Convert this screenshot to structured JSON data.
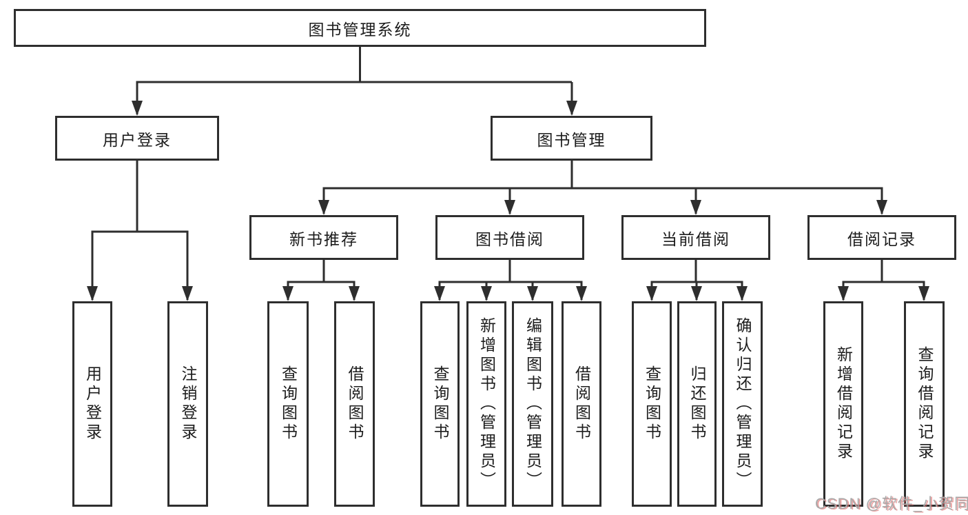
{
  "tree": {
    "label": "图书管理系统",
    "children": [
      {
        "label": "用户登录",
        "children": [
          {
            "label": "用户登录"
          },
          {
            "label": "注销登录"
          }
        ]
      },
      {
        "label": "图书管理",
        "children": [
          {
            "label": "新书推荐",
            "children": [
              {
                "label": "查询图书"
              },
              {
                "label": "借阅图书"
              }
            ]
          },
          {
            "label": "图书借阅",
            "children": [
              {
                "label": "查询图书"
              },
              {
                "label": "新增图书（管理员）"
              },
              {
                "label": "编辑图书（管理员）"
              },
              {
                "label": "借阅图书"
              }
            ]
          },
          {
            "label": "当前借阅",
            "children": [
              {
                "label": "查询图书"
              },
              {
                "label": "归还图书"
              },
              {
                "label": "确认归还（管理员）"
              }
            ]
          },
          {
            "label": "借阅记录",
            "children": [
              {
                "label": "新增借阅记录"
              },
              {
                "label": "查询借阅记录"
              }
            ]
          }
        ]
      }
    ]
  },
  "watermark": {
    "text": "CSDN @软件_小贺同学"
  },
  "colors": {
    "line": "#2e2e2e",
    "text": "#1c1c1c",
    "background": "#ffffff",
    "watermark": "#a9a9a9",
    "watermark_accent": "#e06e6e"
  }
}
